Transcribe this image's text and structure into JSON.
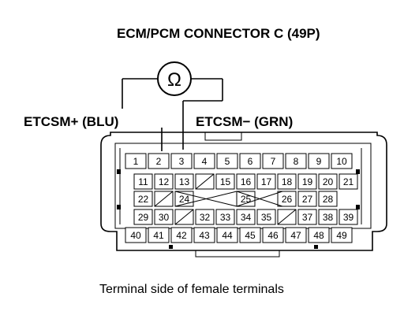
{
  "diagram": {
    "title": "ECM/PCM CONNECTOR C (49P)",
    "meter_symbol": "Ω",
    "probe_positive": "ETCSM+ (BLU)",
    "probe_negative": "ETCSM− (GRN)",
    "caption": "Terminal side of female terminals",
    "pins": [
      "1",
      "2",
      "3",
      "4",
      "5",
      "6",
      "7",
      "8",
      "9",
      "10",
      "11",
      "12",
      "13",
      "15",
      "16",
      "17",
      "18",
      "19",
      "20",
      "21",
      "22",
      "24",
      "25",
      "26",
      "27",
      "28",
      "29",
      "30",
      "32",
      "33",
      "34",
      "35",
      "37",
      "38",
      "39",
      "40",
      "41",
      "42",
      "43",
      "44",
      "45",
      "46",
      "47",
      "48",
      "49"
    ]
  }
}
